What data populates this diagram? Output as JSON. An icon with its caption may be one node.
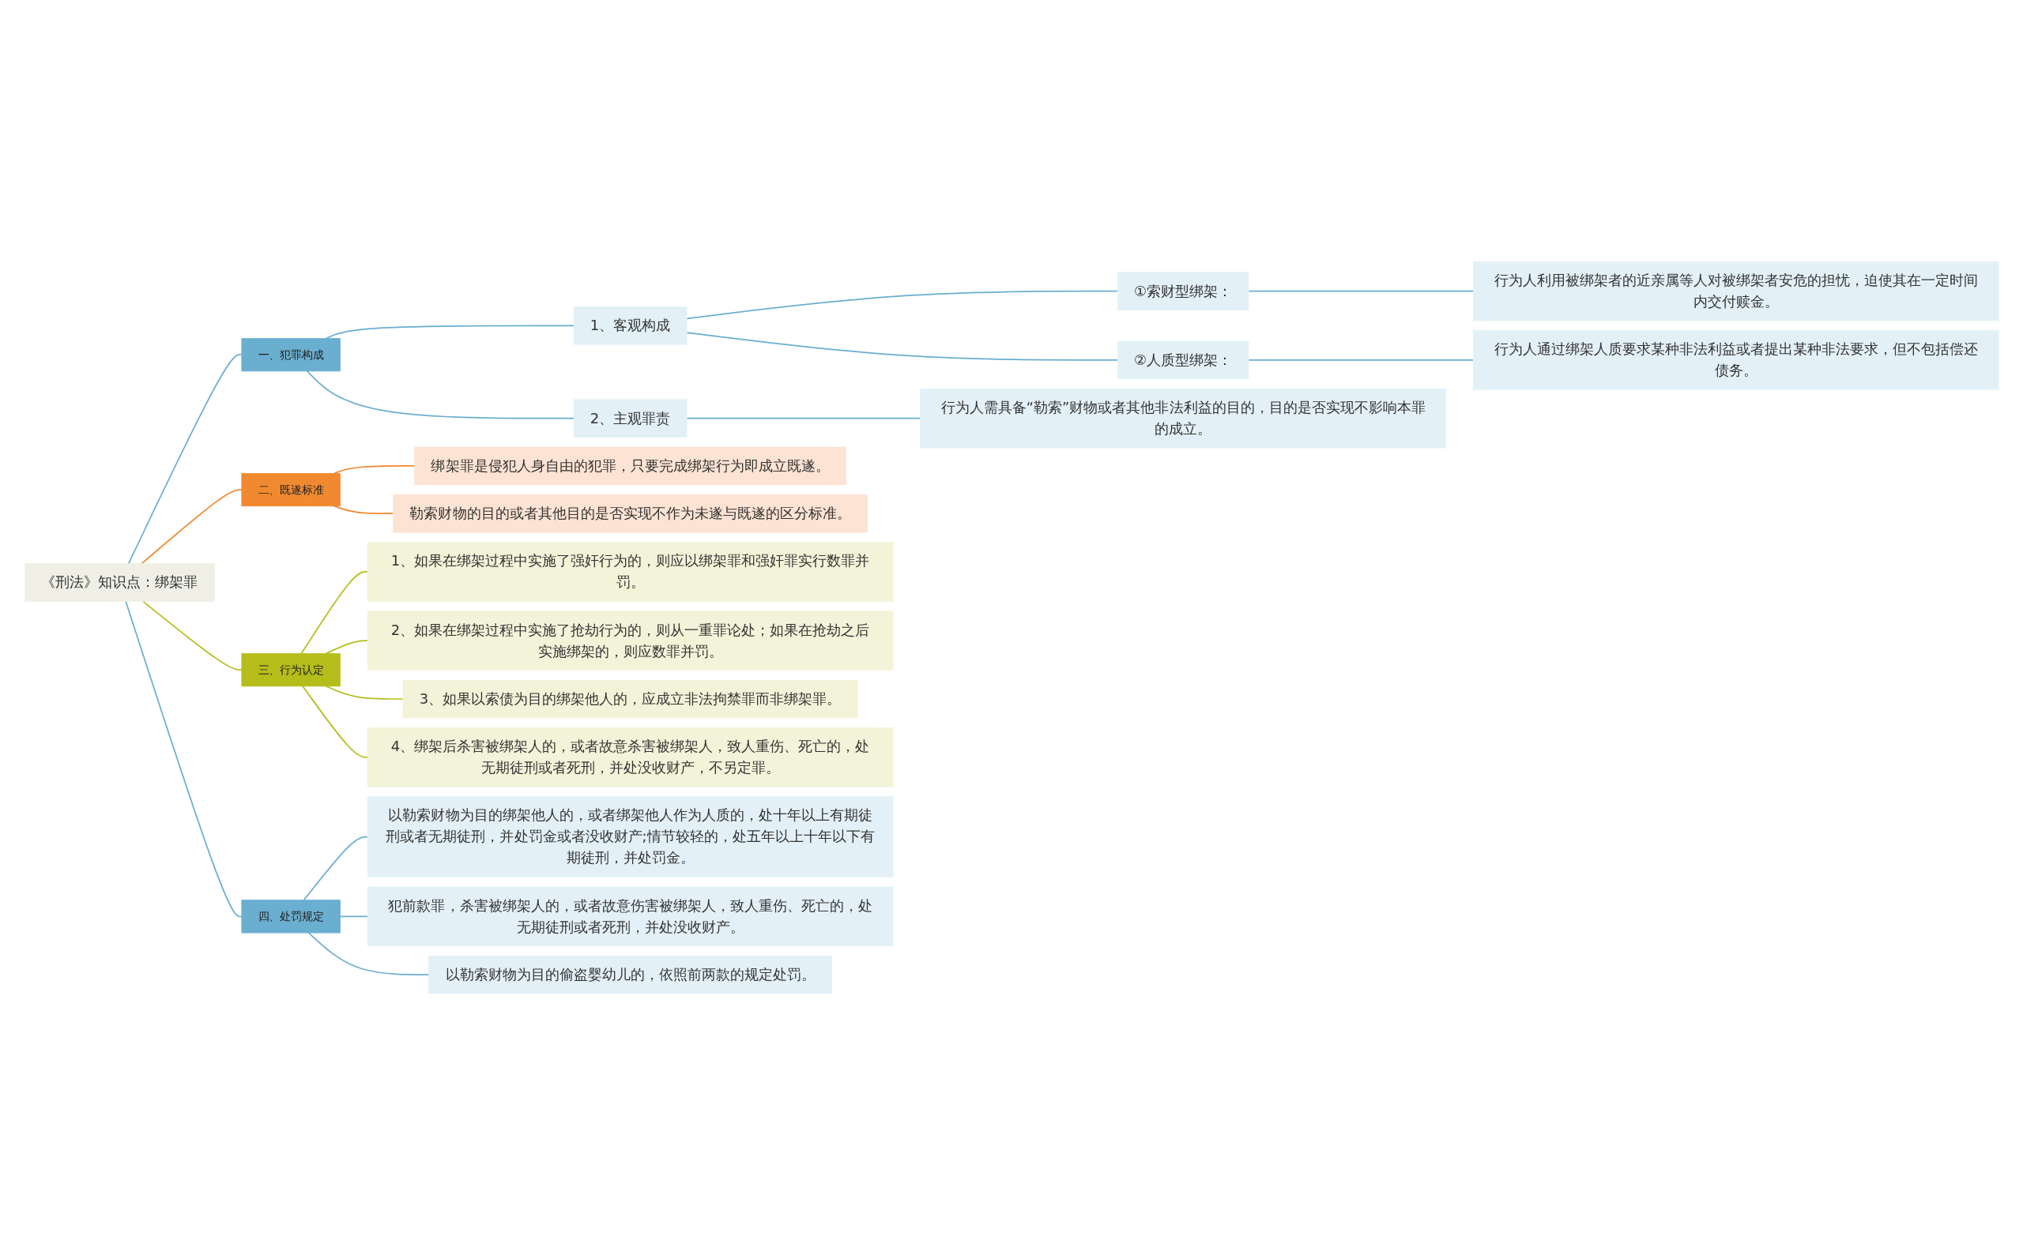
{
  "diagram": {
    "nodes": [
      {
        "text": [
          "《刑法》知识点：绑架罪"
        ]
      },
      {
        "text": [
          "一、犯罪构成"
        ]
      },
      {
        "text": [
          "1、客观构成"
        ]
      },
      {
        "text": [
          "①索财型绑架："
        ]
      },
      {
        "text": [
          "行为人利用被绑架者的近亲属等人对被绑架者安危的担忧，迫使其在一定时间内交付赎金。"
        ]
      },
      {
        "text": [
          "②人质型绑架："
        ]
      },
      {
        "text": [
          "行为人通过绑架人质要求某种非法利益或者提出某种非法要求，但不包括偿还债务。"
        ]
      },
      {
        "text": [
          "2、主观罪责"
        ]
      },
      {
        "text": [
          "行为人需具备“勒索”财物或者其他非法利益的目的，目的是否实现不影响本罪的成立。"
        ]
      },
      {
        "text": [
          "二、既遂标准"
        ]
      },
      {
        "text": [
          "绑架罪是侵犯人身自由的犯罪，只要完成绑架行为即成立既遂。"
        ]
      },
      {
        "text": [
          "勒索财物的目的或者其他目的是否实现不作为未遂与既遂的区分标准。"
        ]
      },
      {
        "text": [
          "三、行为认定"
        ]
      },
      {
        "text": [
          "1、如果在绑架过程中实施了强奸行为的，则应以绑架罪和强奸罪实行数罪并罚。"
        ]
      },
      {
        "text": [
          "2、如果在绑架过程中实施了抢劫行为的，则从一重罪论处；如果在抢劫之后实施绑架的，则应数罪并罚。"
        ]
      },
      {
        "text": [
          "3、如果以索债为目的绑架他人的，应成立非法拘禁罪而非绑架罪。"
        ]
      },
      {
        "text": [
          "4、绑架后杀害被绑架人的，或者故意杀害被绑架人，致人重伤、死亡的，处无期徒刑或者死刑，并处没收财产，不另定罪。"
        ]
      },
      {
        "text": [
          "四、处罚规定"
        ]
      },
      {
        "text": [
          "以勒索财物为目的绑架他人的，或者绑架他人作为人质的，处十年以上有期徒刑或者无期徒刑，并处罚金或者没收财产;情节较轻的，处五年以上十年以下有期徒刑，并处罚金。"
        ]
      },
      {
        "text": [
          "犯前款罪，杀害被绑架人的，或者故意伤害被绑架人，致人重伤、死亡的，处无期徒刑或者死刑，并处没收财产。"
        ]
      },
      {
        "text": [
          "以勒索财物为目的偷盗婴幼儿的，依照前两款的规定处罚。"
        ]
      }
    ],
    "edges": [
      {
        "from": 0,
        "to": 1,
        "arrow": "none"
      },
      {
        "from": 1,
        "to": 2,
        "arrow": "none"
      },
      {
        "from": 2,
        "to": 3,
        "arrow": "none"
      },
      {
        "from": 3,
        "to": 4,
        "arrow": "none"
      },
      {
        "from": 2,
        "to": 5,
        "arrow": "none"
      },
      {
        "from": 5,
        "to": 6,
        "arrow": "none"
      },
      {
        "from": 1,
        "to": 7,
        "arrow": "none"
      },
      {
        "from": 7,
        "to": 8,
        "arrow": "none"
      },
      {
        "from": 0,
        "to": 9,
        "arrow": "none",
        "color": "#f0892f"
      },
      {
        "from": 9,
        "to": 10,
        "arrow": "none",
        "color": "#f0892f"
      },
      {
        "from": 9,
        "to": 11,
        "arrow": "none",
        "color": "#f0892f"
      },
      {
        "from": 0,
        "to": 12,
        "arrow": "none",
        "color": "#b5bd1b"
      },
      {
        "from": 12,
        "to": 13,
        "arrow": "none",
        "color": "#b5bd1b"
      },
      {
        "from": 12,
        "to": 14,
        "arrow": "none",
        "color": "#b5bd1b"
      },
      {
        "from": 12,
        "to": 15,
        "arrow": "none",
        "color": "#b5bd1b"
      },
      {
        "from": 12,
        "to": 16,
        "arrow": "none",
        "color": "#b5bd1b"
      },
      {
        "from": 0,
        "to": 17,
        "arrow": "none"
      },
      {
        "from": 17,
        "to": 18,
        "arrow": "none"
      },
      {
        "from": 17,
        "to": 19,
        "arrow": "none"
      },
      {
        "from": 17,
        "to": 20,
        "arrow": "none"
      }
    ]
  }
}
